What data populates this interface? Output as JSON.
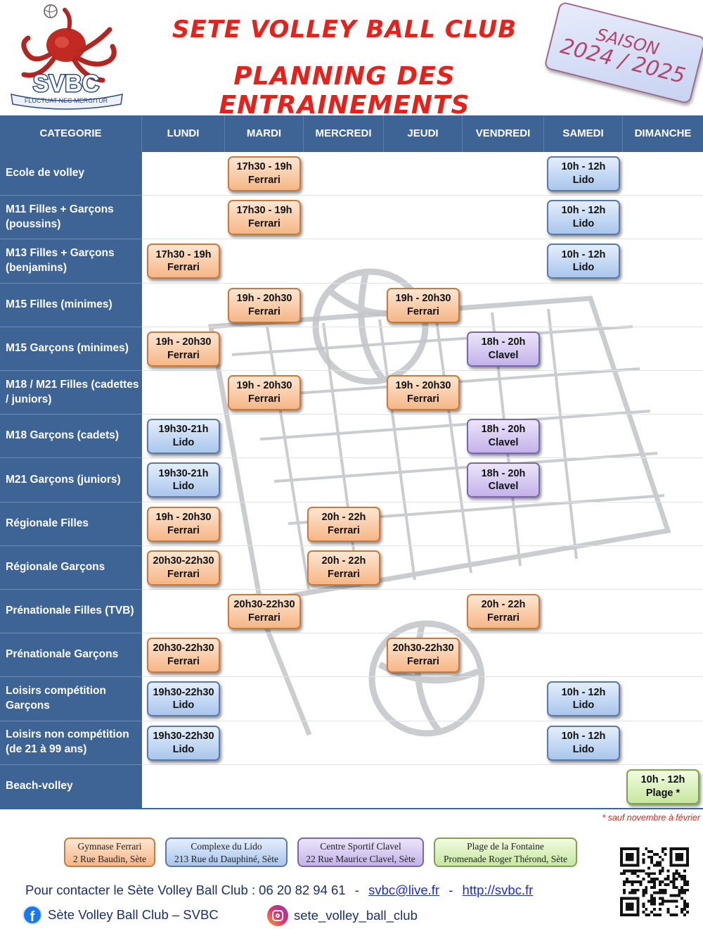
{
  "header": {
    "title_line1": "SETE VOLLEY BALL CLUB",
    "title_line2": "PLANNING DES ENTRAINEMENTS",
    "season_line1": "SAISON",
    "season_line2": "2024 / 2025",
    "logo_text": "SVBC",
    "logo_motto": "FLUCTUAT NEC MERGITUR"
  },
  "table": {
    "columns": [
      "CATEGORIE",
      "LUNDI",
      "MARDI",
      "MERCREDI",
      "JEUDI",
      "VENDREDI",
      "SAMEDI",
      "DIMANCHE"
    ],
    "rows": [
      {
        "label": "Ecole de volley",
        "slots": [
          {
            "day": 1,
            "time": "17h30 - 19h",
            "place": "Ferrari",
            "venue": "ferrari"
          },
          {
            "day": 5,
            "time": "10h - 12h",
            "place": "Lido",
            "venue": "lido"
          }
        ]
      },
      {
        "label": "M11 Filles + Garçons (poussins)",
        "slots": [
          {
            "day": 1,
            "time": "17h30 - 19h",
            "place": "Ferrari",
            "venue": "ferrari"
          },
          {
            "day": 5,
            "time": "10h - 12h",
            "place": "Lido",
            "venue": "lido"
          }
        ]
      },
      {
        "label": "M13 Filles + Garçons (benjamins)",
        "slots": [
          {
            "day": 0,
            "time": "17h30 - 19h",
            "place": "Ferrari",
            "venue": "ferrari"
          },
          {
            "day": 5,
            "time": "10h - 12h",
            "place": "Lido",
            "venue": "lido"
          }
        ]
      },
      {
        "label": "M15 Filles (minimes)",
        "slots": [
          {
            "day": 1,
            "time": "19h - 20h30",
            "place": "Ferrari",
            "venue": "ferrari"
          },
          {
            "day": 3,
            "time": "19h - 20h30",
            "place": "Ferrari",
            "venue": "ferrari"
          }
        ]
      },
      {
        "label": "M15 Garçons (minimes)",
        "slots": [
          {
            "day": 0,
            "time": "19h - 20h30",
            "place": "Ferrari",
            "venue": "ferrari"
          },
          {
            "day": 4,
            "time": "18h - 20h",
            "place": "Clavel",
            "venue": "clavel"
          }
        ]
      },
      {
        "label": "M18 / M21 Filles (cadettes / juniors)",
        "slots": [
          {
            "day": 1,
            "time": "19h - 20h30",
            "place": "Ferrari",
            "venue": "ferrari"
          },
          {
            "day": 3,
            "time": "19h - 20h30",
            "place": "Ferrari",
            "venue": "ferrari"
          }
        ]
      },
      {
        "label": "M18 Garçons (cadets)",
        "slots": [
          {
            "day": 0,
            "time": "19h30-21h",
            "place": "Lido",
            "venue": "lido"
          },
          {
            "day": 4,
            "time": "18h - 20h",
            "place": "Clavel",
            "venue": "clavel"
          }
        ]
      },
      {
        "label": "M21 Garçons (juniors)",
        "slots": [
          {
            "day": 0,
            "time": "19h30-21h",
            "place": "Lido",
            "venue": "lido"
          },
          {
            "day": 4,
            "time": "18h - 20h",
            "place": "Clavel",
            "venue": "clavel"
          }
        ]
      },
      {
        "label": "Régionale Filles",
        "slots": [
          {
            "day": 0,
            "time": "19h - 20h30",
            "place": "Ferrari",
            "venue": "ferrari"
          },
          {
            "day": 2,
            "time": "20h - 22h",
            "place": "Ferrari",
            "venue": "ferrari"
          }
        ]
      },
      {
        "label": "Régionale Garçons",
        "slots": [
          {
            "day": 0,
            "time": "20h30-22h30",
            "place": "Ferrari",
            "venue": "ferrari"
          },
          {
            "day": 2,
            "time": "20h - 22h",
            "place": "Ferrari",
            "venue": "ferrari"
          }
        ]
      },
      {
        "label": "Prénationale Filles (TVB)",
        "slots": [
          {
            "day": 1,
            "time": "20h30-22h30",
            "place": "Ferrari",
            "venue": "ferrari"
          },
          {
            "day": 4,
            "time": "20h - 22h",
            "place": "Ferrari",
            "venue": "ferrari"
          }
        ]
      },
      {
        "label": "Prénationale Garçons",
        "slots": [
          {
            "day": 0,
            "time": "20h30-22h30",
            "place": "Ferrari",
            "venue": "ferrari"
          },
          {
            "day": 3,
            "time": "20h30-22h30",
            "place": "Ferrari",
            "venue": "ferrari"
          }
        ]
      },
      {
        "label": "Loisirs compétition Garçons",
        "slots": [
          {
            "day": 0,
            "time": "19h30-22h30",
            "place": "Lido",
            "venue": "lido"
          },
          {
            "day": 5,
            "time": "10h - 12h",
            "place": "Lido",
            "venue": "lido"
          }
        ]
      },
      {
        "label": "Loisirs non compétition (de 21 à 99 ans)",
        "slots": [
          {
            "day": 0,
            "time": "19h30-22h30",
            "place": "Lido",
            "venue": "lido"
          },
          {
            "day": 5,
            "time": "10h - 12h",
            "place": "Lido",
            "venue": "lido"
          }
        ]
      },
      {
        "label": "Beach-volley",
        "slots": [
          {
            "day": 6,
            "time": "10h - 12h",
            "place": "Plage *",
            "venue": "plage"
          }
        ]
      }
    ]
  },
  "note": "*  sauf novembre à février",
  "legend": [
    {
      "venue": "ferrari",
      "name": "Gymnase Ferrari",
      "address": "2 Rue Baudin, Sète"
    },
    {
      "venue": "lido",
      "name": "Complexe du Lido",
      "address": "213 Rue du Dauphiné, Sète"
    },
    {
      "venue": "clavel",
      "name": "Centre Sportif Clavel",
      "address": "22 Rue Maurice Clavel, Sète"
    },
    {
      "venue": "plage",
      "name": "Plage de la Fontaine",
      "address": "Promenade Roger Thérond, Sète"
    }
  ],
  "contact": {
    "text": "Pour contacter le Sète Volley Ball Club : 06 20 82 94 61",
    "separator": "-",
    "email": "svbc@live.fr",
    "website": "http://svbc.fr"
  },
  "social": {
    "facebook": "Sète Volley Ball Club – SVBC",
    "instagram": "sete_volley_ball_club"
  },
  "icons": [
    "octopus-logo-icon",
    "volleyball-icon",
    "facebook-icon",
    "instagram-icon",
    "qr-code-icon"
  ],
  "colors": {
    "title_red": "#e8201a",
    "header_blue": "#3d6494",
    "ferrari": "#f6b686",
    "lido": "#a9c6ec",
    "clavel": "#c3b2ea",
    "plage": "#c7e7a0",
    "season_text": "#b2466e"
  }
}
